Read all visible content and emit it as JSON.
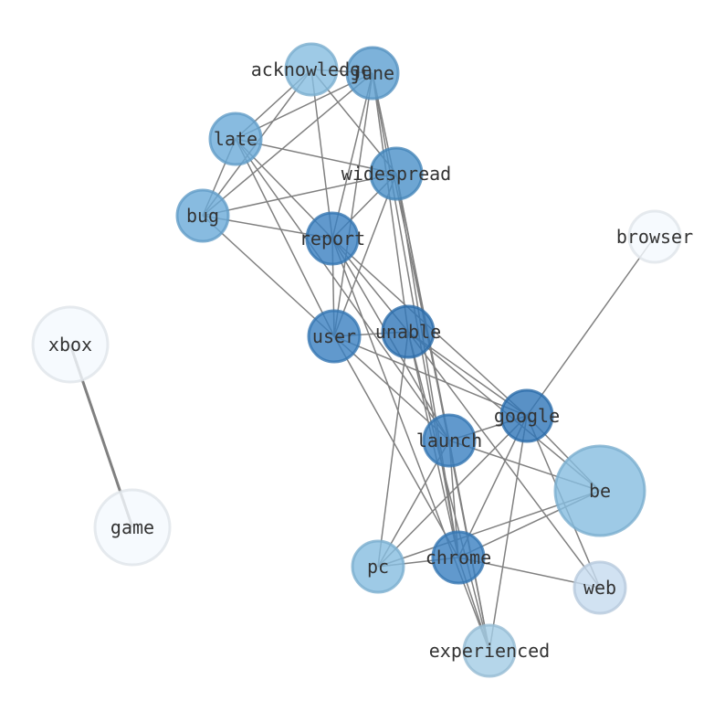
{
  "chart_data": {
    "type": "network",
    "title": "",
    "nodes": [
      {
        "id": "acknowledge",
        "label": "acknowledge",
        "color": "#86bde0",
        "size": "medium"
      },
      {
        "id": "june",
        "label": "june",
        "color": "#5d9fd1",
        "size": "medium"
      },
      {
        "id": "late",
        "label": "late",
        "color": "#6aaad8",
        "size": "medium"
      },
      {
        "id": "widespread",
        "label": "widespread",
        "color": "#4a90c8",
        "size": "medium"
      },
      {
        "id": "bug",
        "label": "bug",
        "color": "#6aaad8",
        "size": "medium"
      },
      {
        "id": "report",
        "label": "report",
        "color": "#3a80c0",
        "size": "medium"
      },
      {
        "id": "browser",
        "label": "browser",
        "color": "#f4f9fe",
        "size": "medium"
      },
      {
        "id": "xbox",
        "label": "xbox",
        "color": "#f4f9fe",
        "size": "large"
      },
      {
        "id": "user",
        "label": "user",
        "color": "#3a80c0",
        "size": "medium"
      },
      {
        "id": "unable",
        "label": "unable",
        "color": "#2f75b8",
        "size": "medium"
      },
      {
        "id": "google",
        "label": "google",
        "color": "#2f75b8",
        "size": "medium"
      },
      {
        "id": "launch",
        "label": "launch",
        "color": "#3a80c0",
        "size": "medium"
      },
      {
        "id": "be",
        "label": "be",
        "color": "#86bde0",
        "size": "xlarge"
      },
      {
        "id": "game",
        "label": "game",
        "color": "#f4f9fe",
        "size": "large"
      },
      {
        "id": "pc",
        "label": "pc",
        "color": "#86bde0",
        "size": "medium"
      },
      {
        "id": "chrome",
        "label": "chrome",
        "color": "#3a80c0",
        "size": "medium"
      },
      {
        "id": "web",
        "label": "web",
        "color": "#c6dbef",
        "size": "medium"
      },
      {
        "id": "experienced",
        "label": "experienced",
        "color": "#a3cce5",
        "size": "medium"
      }
    ],
    "edges": [
      [
        "acknowledge",
        "late"
      ],
      [
        "acknowledge",
        "bug"
      ],
      [
        "acknowledge",
        "report"
      ],
      [
        "acknowledge",
        "widespread"
      ],
      [
        "acknowledge",
        "june"
      ],
      [
        "june",
        "late"
      ],
      [
        "june",
        "bug"
      ],
      [
        "june",
        "report"
      ],
      [
        "june",
        "user"
      ],
      [
        "june",
        "unable"
      ],
      [
        "june",
        "launch"
      ],
      [
        "june",
        "chrome"
      ],
      [
        "late",
        "widespread"
      ],
      [
        "late",
        "bug"
      ],
      [
        "late",
        "report"
      ],
      [
        "late",
        "user"
      ],
      [
        "late",
        "launch"
      ],
      [
        "bug",
        "widespread"
      ],
      [
        "bug",
        "report"
      ],
      [
        "bug",
        "user"
      ],
      [
        "widespread",
        "report"
      ],
      [
        "widespread",
        "user"
      ],
      [
        "widespread",
        "chrome"
      ],
      [
        "widespread",
        "experienced"
      ],
      [
        "widespread",
        "launch"
      ],
      [
        "report",
        "user"
      ],
      [
        "report",
        "unable"
      ],
      [
        "report",
        "google"
      ],
      [
        "report",
        "launch"
      ],
      [
        "report",
        "experienced"
      ],
      [
        "user",
        "unable"
      ],
      [
        "user",
        "google"
      ],
      [
        "user",
        "launch"
      ],
      [
        "user",
        "chrome"
      ],
      [
        "unable",
        "google"
      ],
      [
        "unable",
        "be"
      ],
      [
        "unable",
        "pc"
      ],
      [
        "unable",
        "chrome"
      ],
      [
        "unable",
        "experienced"
      ],
      [
        "unable",
        "web"
      ],
      [
        "google",
        "browser"
      ],
      [
        "google",
        "launch"
      ],
      [
        "google",
        "be"
      ],
      [
        "google",
        "pc"
      ],
      [
        "google",
        "chrome"
      ],
      [
        "google",
        "web"
      ],
      [
        "google",
        "experienced"
      ],
      [
        "launch",
        "be"
      ],
      [
        "launch",
        "pc"
      ],
      [
        "launch",
        "chrome"
      ],
      [
        "launch",
        "experienced"
      ],
      [
        "be",
        "pc"
      ],
      [
        "be",
        "chrome"
      ],
      [
        "pc",
        "chrome"
      ],
      [
        "chrome",
        "web"
      ],
      [
        "chrome",
        "experienced"
      ],
      [
        "xbox",
        "game"
      ]
    ],
    "thick_edges": [
      [
        "xbox",
        "game"
      ]
    ]
  }
}
